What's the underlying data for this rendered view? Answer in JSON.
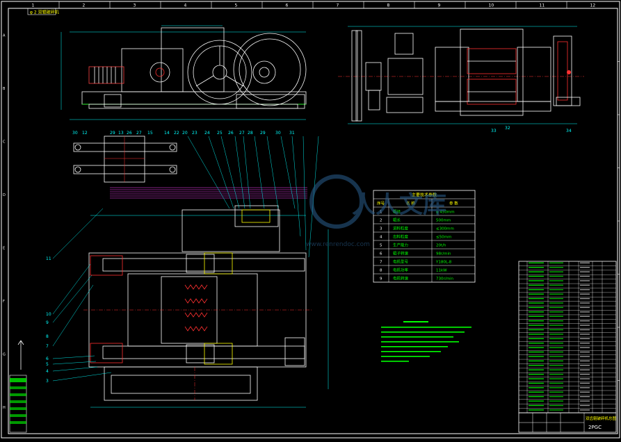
{
  "drawing": {
    "top_left_note": "φ 2 双辊破碎机",
    "drawing_number": "2PGC",
    "title_block_title": "双齿辊破碎机总图"
  },
  "zone_numbers": {
    "top": [
      "1",
      "2",
      "3",
      "4",
      "5",
      "6",
      "7",
      "8",
      "9",
      "10",
      "11",
      "12"
    ],
    "side": [
      "A",
      "B",
      "C",
      "D",
      "E",
      "F",
      "G",
      "H"
    ]
  },
  "params_table": {
    "title": "主要技术参数",
    "headers": [
      "序号",
      "名 称",
      "参 数"
    ],
    "rows": [
      [
        "1",
        "辊径",
        "φ 450mm"
      ],
      [
        "2",
        "辊长",
        "500mm"
      ],
      [
        "3",
        "进料粒度",
        "≤300mm"
      ],
      [
        "4",
        "出料粒度",
        "≤50mm"
      ],
      [
        "5",
        "生产能力",
        "20t/h"
      ],
      [
        "6",
        "辊子转速",
        "98r/min"
      ],
      [
        "7",
        "电机型号",
        "Y180L-8"
      ],
      [
        "8",
        "电机功率",
        "11kW"
      ],
      [
        "9",
        "电机转速",
        "730r/min"
      ]
    ]
  },
  "leader_numbers": {
    "top_row": [
      "30",
      "12",
      "29",
      "13",
      "26",
      "27",
      "15",
      "14",
      "22",
      "20",
      "23",
      "24",
      "25",
      "26",
      "27",
      "28",
      "29",
      "30",
      "31"
    ],
    "left_column": [
      "11",
      "10",
      "9",
      "8",
      "7",
      "6",
      "5",
      "4",
      "3"
    ],
    "top_view_right": [
      "33",
      "32",
      "34"
    ]
  },
  "colors": {
    "frame": "#ffffff",
    "machine": "#ffffff",
    "green": "#00ff00",
    "cyan": "#00c8ff",
    "magenta": "#ff44ff",
    "red": "#ff3030",
    "yellow": "#ffff00",
    "watermark": "#2a5f8f"
  },
  "watermark": {
    "text": "人人文库",
    "sub": "www.renrendoc.com"
  }
}
